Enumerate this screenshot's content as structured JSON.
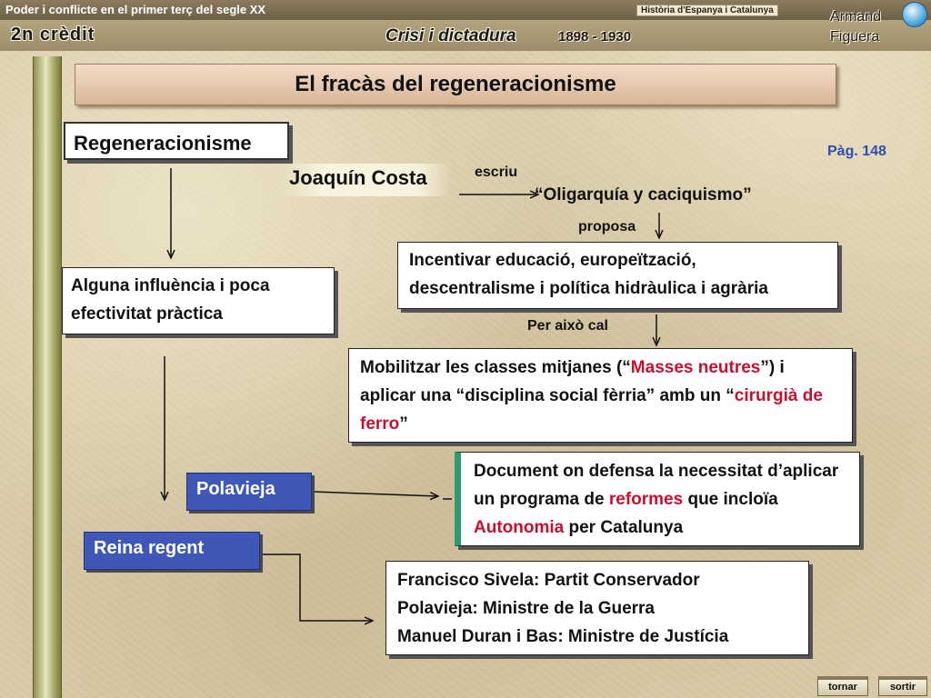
{
  "header": {
    "subject": "Poder i conflicte en el primer terç del segle XX",
    "course": "Història d'Espanya i Catalunya",
    "credit": "2n crèdit",
    "period_title": "Crisi i dictadura",
    "period_years": "1898 - 1930",
    "author_first": "Armand",
    "author_last": "Figuera"
  },
  "slide": {
    "title": "El fracàs del regeneracionisme",
    "page_ref": "Pàg. 148",
    "regeneracionisme": "Regeneracionisme",
    "costa": "Joaquín Costa",
    "escriu": "escriu",
    "book": "“Oligarquía y caciquismo”",
    "proposa": "proposa",
    "incentivar": "Incentivar educació, europeïtzació, descentralisme i política hidràulica i agrària",
    "alguna": "Alguna influència i poca efectivitat pràctica",
    "per_aixo": "Per això cal",
    "mobilitzar": {
      "t1": "Mobilitzar les classes mitjanes (“",
      "r1": "Masses neutres",
      "t2": "”) i aplicar una “disciplina social fèrria” amb un “",
      "r2": "cirurgià de ferro",
      "t3": "”"
    },
    "polavieja": "Polavieja",
    "document": {
      "t1": "Document on defensa la necessitat d’aplicar un programa de ",
      "r1": "reformes",
      "t2": " que incloïa ",
      "r2": "Autonomia",
      "t3": " per Catalunya"
    },
    "reina": "Reina regent",
    "govern": [
      "Francisco Sivela: Partit Conservador",
      "Polavieja: Ministre de la Guerra",
      "Manuel Duran i Bas:  Ministre de Justícia"
    ]
  },
  "nav": {
    "back": "tornar",
    "exit": "sortir"
  },
  "colors": {
    "accent_red": "#c8102e",
    "box_blue": "#3f58b8",
    "page_ref_blue": "#2c4fb6",
    "title_bar": "#e6c7ad"
  },
  "icons": {
    "logo": "globe-logo-icon"
  }
}
